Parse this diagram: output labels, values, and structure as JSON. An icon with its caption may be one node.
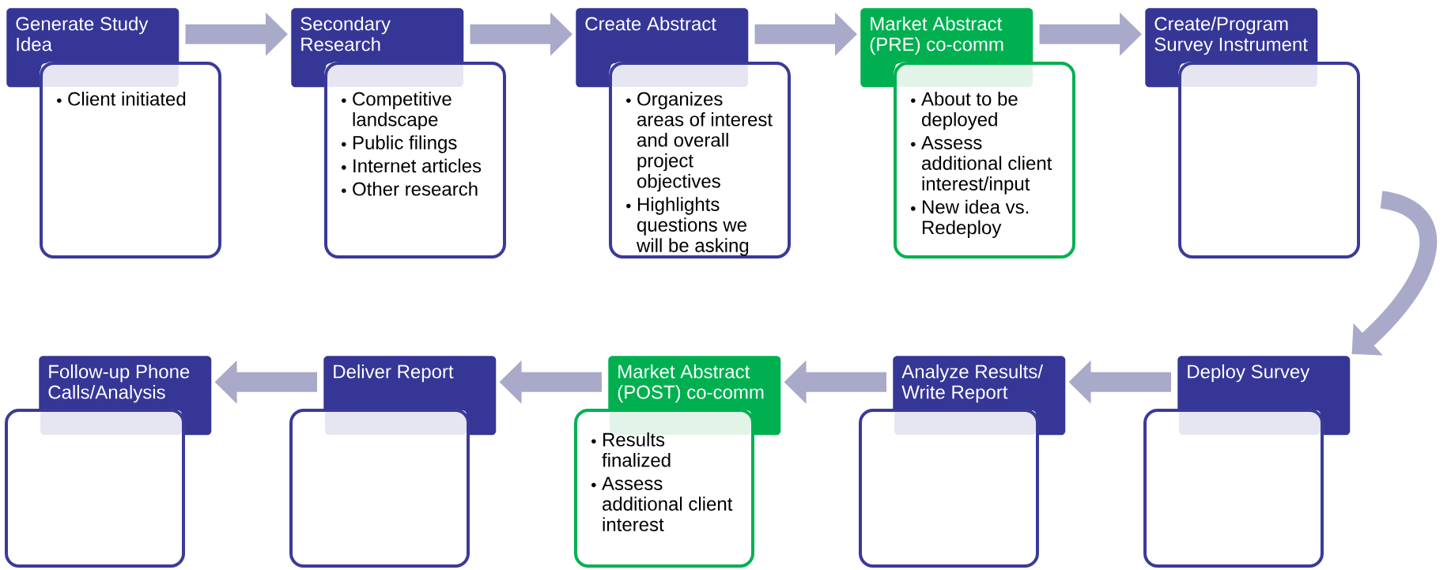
{
  "diagram": {
    "nodes": [
      {
        "text": [
          "Generate Study Idea"
        ]
      },
      {
        "text": [
          "Client initiated"
        ]
      },
      {
        "text": [
          "Secondary Research"
        ]
      },
      {
        "text": [
          "Competitive landscape",
          "Public filings",
          "Internet articles",
          "Other research"
        ]
      },
      {
        "text": [
          "Create Abstract"
        ]
      },
      {
        "text": [
          "Organizes areas of interest and overall project objectives",
          "Highlights questions we will be asking"
        ]
      },
      {
        "text": [
          "Market Abstract (PRE) co-comm"
        ]
      },
      {
        "text": [
          "About to be deployed",
          "Assess additional client interest/input",
          "New idea vs. Redeploy"
        ]
      },
      {
        "text": [
          "Create/Program Survey Instrument"
        ]
      },
      {
        "text": [],
        "shape": "box"
      },
      {
        "text": [
          "Deploy Survey"
        ]
      },
      {
        "text": [],
        "shape": "box"
      },
      {
        "text": [
          "Analyze Results/ Write Report"
        ]
      },
      {
        "text": [],
        "shape": "box"
      },
      {
        "text": [
          "Market Abstract (POST) co-comm"
        ]
      },
      {
        "text": [
          "Results finalized",
          "Assess additional client interest"
        ]
      },
      {
        "text": [
          "Deliver Report"
        ]
      },
      {
        "text": [],
        "shape": "box"
      },
      {
        "text": [
          "Follow-up Phone Calls/Analysis"
        ]
      },
      {
        "text": [],
        "shape": "box"
      }
    ],
    "edges": [
      {
        "from": 0,
        "to": 2,
        "arrow": "to"
      },
      {
        "from": 2,
        "to": 4,
        "arrow": "to"
      },
      {
        "from": 4,
        "to": 6,
        "arrow": "to"
      },
      {
        "from": 6,
        "to": 8,
        "arrow": "to"
      },
      {
        "from": 9,
        "to": 10,
        "arrow": "to"
      },
      {
        "from": 10,
        "to": 12,
        "arrow": "to"
      },
      {
        "from": 12,
        "to": 14,
        "arrow": "to"
      },
      {
        "from": 14,
        "to": 16,
        "arrow": "to"
      },
      {
        "from": 16,
        "to": 18,
        "arrow": "to"
      }
    ]
  }
}
